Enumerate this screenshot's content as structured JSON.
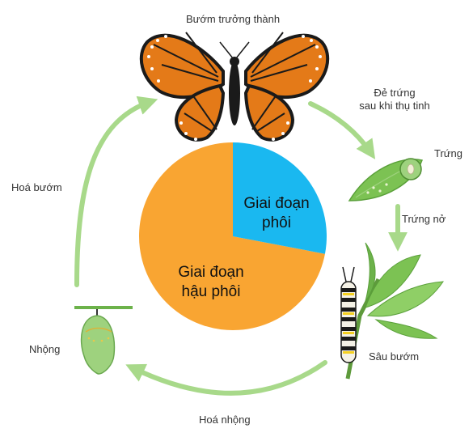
{
  "cycle": {
    "stages": {
      "adult": "Bướm trưởng thành",
      "egg": "Trứng",
      "caterpillar": "Sâu bướm",
      "pupa": "Nhộng"
    },
    "transitions": {
      "lay_eggs_line1": "Đẻ trứng",
      "lay_eggs_line2": "sau khi thụ tinh",
      "hatch": "Trứng nở",
      "pupate": "Hoá nhộng",
      "emerge": "Hoá bướm"
    }
  },
  "pie": {
    "embryonic": {
      "line1": "Giai đoạn",
      "line2": "phôi",
      "fraction": 0.28,
      "color": "#1AB8F0"
    },
    "postembryonic": {
      "line1": "Giai đoạn",
      "line2": "hậu phôi",
      "fraction": 0.72,
      "color": "#F9A532"
    }
  },
  "colors": {
    "arrow": "#A8D98A",
    "leaf": "#7CC253",
    "wing": "#E47A18",
    "background": "#FFFFFF"
  }
}
